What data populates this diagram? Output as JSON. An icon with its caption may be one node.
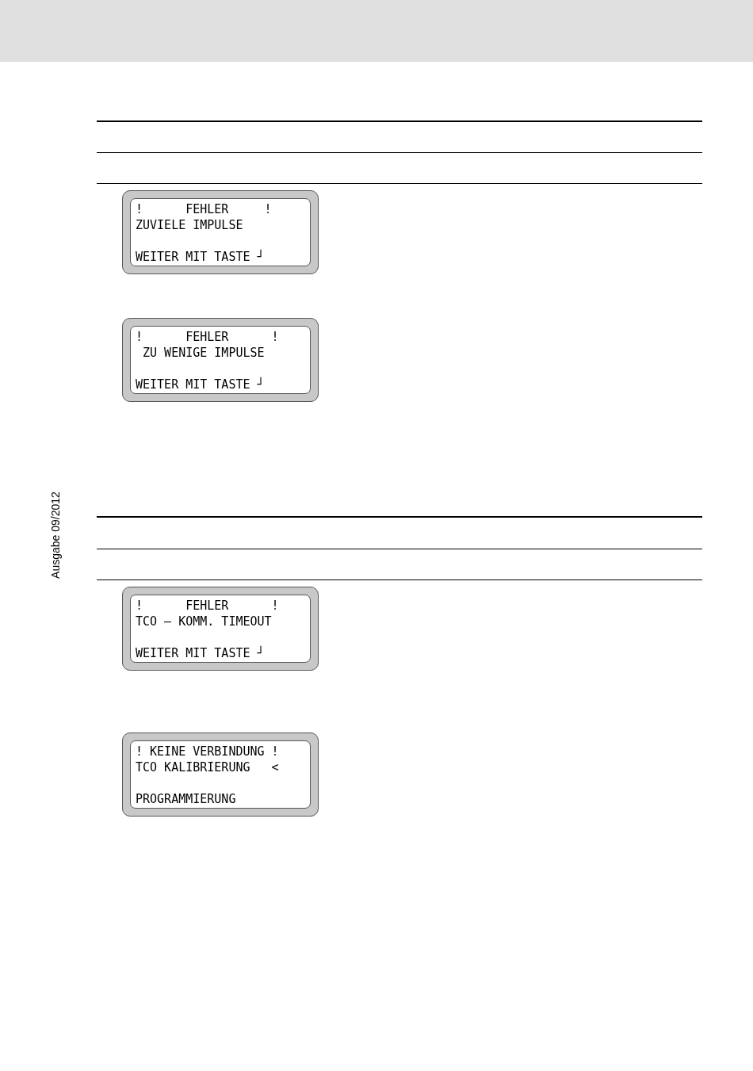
{
  "diagram": {
    "nodes": [
      {
        "text": [
          "!      FEHLER     !",
          "ZUVIELE IMPULSE",
          "WEITER MIT TASTE ┘"
        ]
      },
      {
        "text": [
          "!      FEHLER      !",
          " ZU WENIGE IMPULSE",
          "WEITER MIT TASTE ┘"
        ]
      },
      {
        "text": [
          "!      FEHLER      !",
          "TCO – KOMM. TIMEOUT",
          "WEITER MIT TASTE ┘"
        ]
      },
      {
        "text": [
          "! KEINE VERBINDUNG !",
          "TCO KALIBRIERUNG   <",
          "PROGRAMMIERUNG"
        ]
      }
    ],
    "labels": [
      "Ausgabe 09/2012"
    ]
  }
}
